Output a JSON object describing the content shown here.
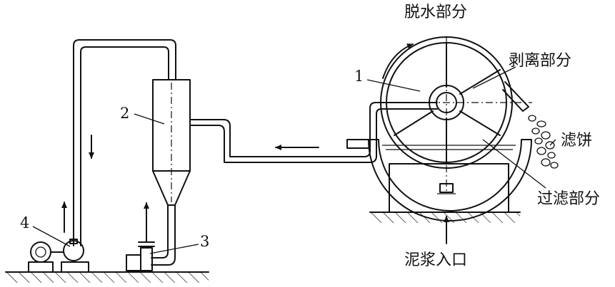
{
  "labels": {
    "dewatering_zone": "脱水部分",
    "stripping_zone": "剥离部分",
    "filter_cake": "滤饼",
    "filtration_zone": "过滤部分",
    "slurry_inlet": "泥浆入口"
  },
  "callouts": {
    "drum": "1",
    "separator": "2",
    "pump_3": "3",
    "pump_4": "4"
  }
}
